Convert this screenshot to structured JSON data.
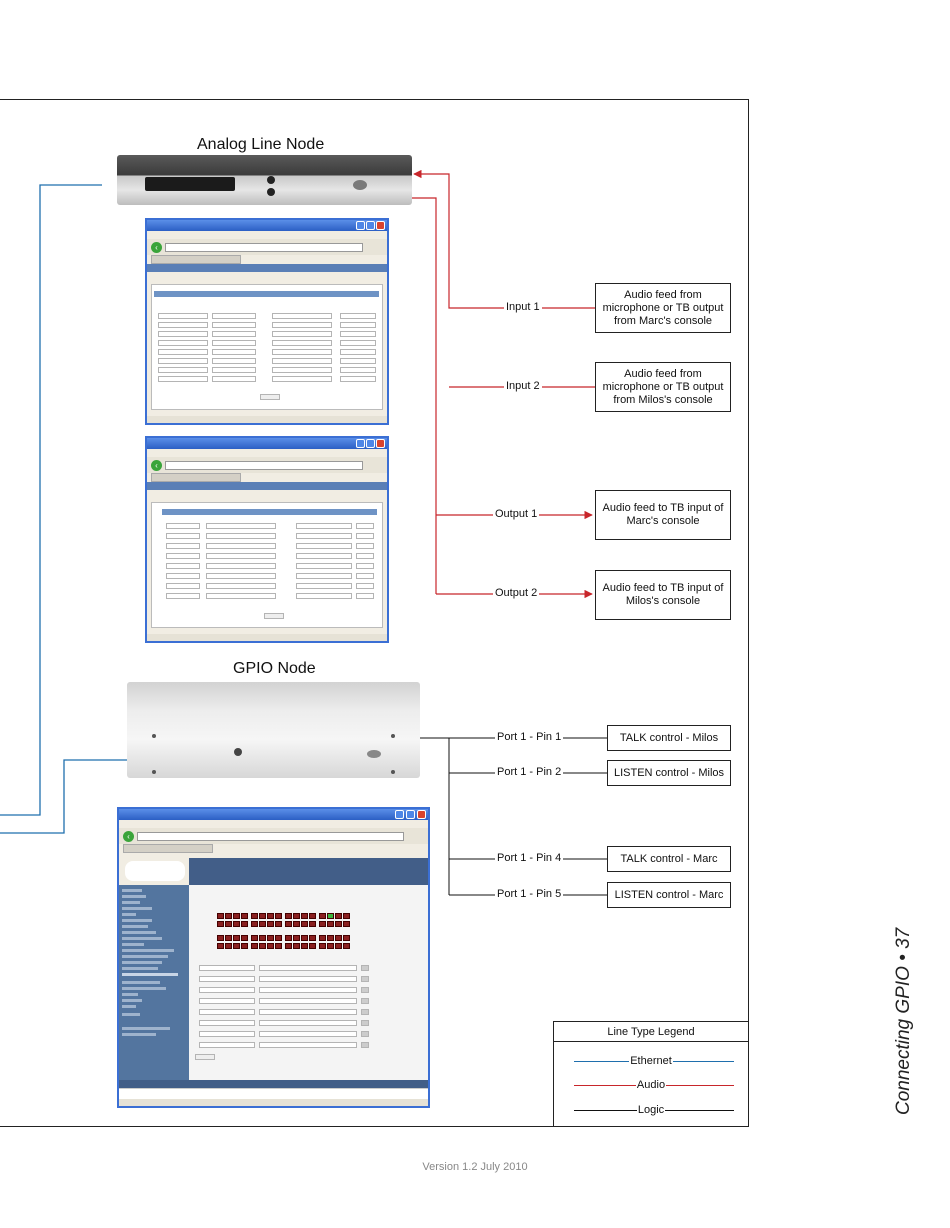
{
  "nodes": {
    "analog_title": "Analog Line Node",
    "gpio_title": "GPIO Node"
  },
  "io_labels": {
    "input1": "Input 1",
    "input2": "Input 2",
    "output1": "Output 1",
    "output2": "Output 2"
  },
  "io_boxes": {
    "input1": "Audio feed from\nmicrophone or TB output\nfrom Marc's console",
    "input2": "Audio feed from\nmicrophone or TB output\nfrom Milos's console",
    "output1": "Audio feed to TB input of\nMarc's console",
    "output2": "Audio feed to TB input of\nMilos's console"
  },
  "gpio_labels": {
    "pin1": "Port 1 - Pin 1",
    "pin2": "Port 1 - Pin 2",
    "pin4": "Port 1 - Pin 4",
    "pin5": "Port 1 - Pin 5"
  },
  "gpio_boxes": {
    "pin1": "TALK control - Milos",
    "pin2": "LISTEN control - Milos",
    "pin4": "TALK control - Marc",
    "pin5": "LISTEN control - Marc"
  },
  "legend": {
    "title": "Line Type Legend",
    "ethernet": "Ethernet",
    "audio": "Audio",
    "logic": "Logic"
  },
  "colors": {
    "ethernet": "#1f6fad",
    "audio": "#c8262b",
    "logic": "#111111"
  },
  "page": {
    "side_title": "Connecting GPIO • 37",
    "footer": "Version 1.2  July 2010"
  }
}
